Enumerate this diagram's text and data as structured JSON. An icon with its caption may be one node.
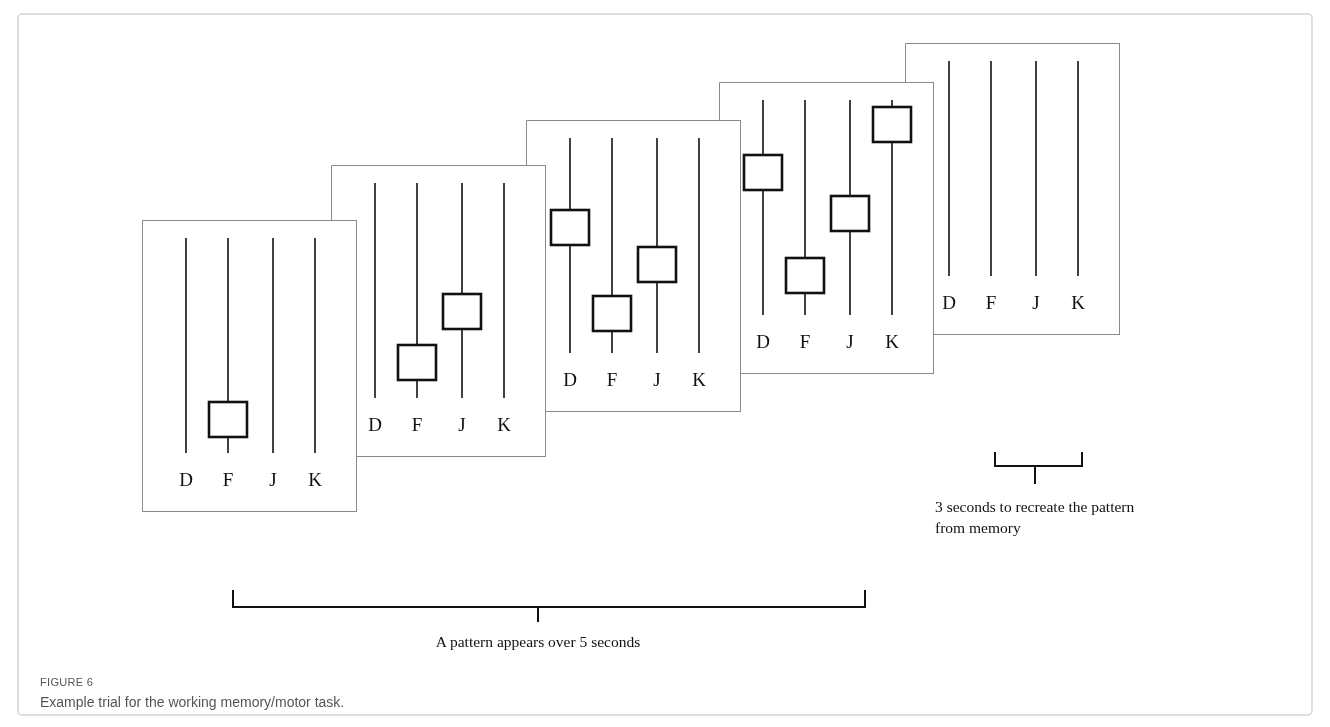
{
  "diagram": {
    "title": "FIGURE 6",
    "caption": "Example trial for the working memory/motor task.",
    "nodes": [
      {
        "text": [
          "D",
          "F",
          "J",
          "K"
        ]
      },
      {
        "text": [
          "D",
          "F",
          "J",
          "K"
        ]
      },
      {
        "text": [
          "D",
          "F",
          "J",
          "K"
        ]
      },
      {
        "text": [
          "D",
          "F",
          "J",
          "K"
        ]
      },
      {
        "text": [
          "D",
          "F",
          "J",
          "K"
        ]
      }
    ],
    "labels": [
      "A pattern appears over 5 seconds",
      "3 seconds to recreate the pattern from memory"
    ]
  }
}
